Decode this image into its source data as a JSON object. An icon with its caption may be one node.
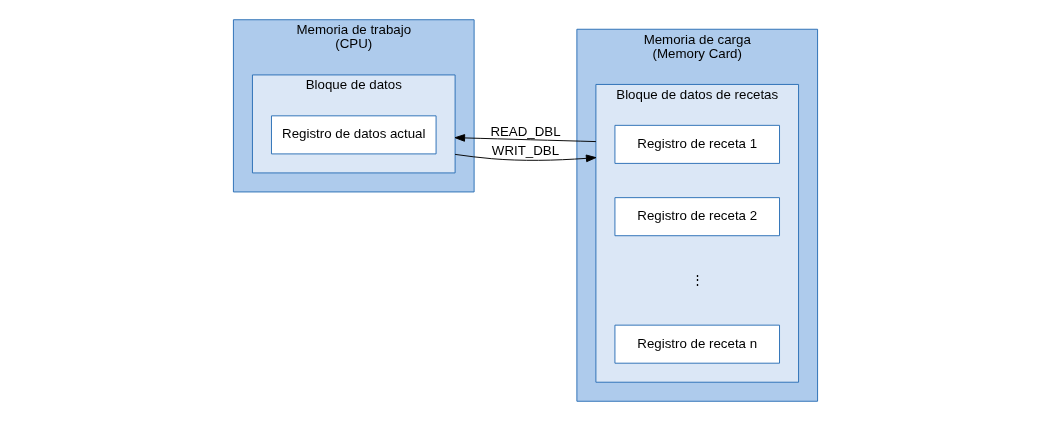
{
  "diagram": {
    "nodes": [
      {
        "text": [
          "Memoria de trabajo",
          "(CPU)"
        ]
      },
      {
        "text": [
          "Bloque de datos"
        ],
        "in": 0
      },
      {
        "text": [
          "Registro de datos actual"
        ],
        "in": 1
      },
      {
        "text": [
          "Memoria de carga",
          "(Memory Card)"
        ]
      },
      {
        "text": [
          "Bloque de datos de recetas"
        ],
        "in": 3
      },
      {
        "text": [
          "Registro de receta 1"
        ],
        "in": 4
      },
      {
        "text": [
          "Registro de receta 2"
        ],
        "in": 4
      },
      {
        "text": [
          "Registro de receta n"
        ],
        "in": 4
      }
    ],
    "edges": [
      {
        "from": 4,
        "to": 1,
        "arrow": "to",
        "label": "READ_DBL"
      },
      {
        "from": 1,
        "to": 4,
        "arrow": "to",
        "label": "WRIT_DBL"
      }
    ],
    "labels": [
      "⋮"
    ]
  }
}
